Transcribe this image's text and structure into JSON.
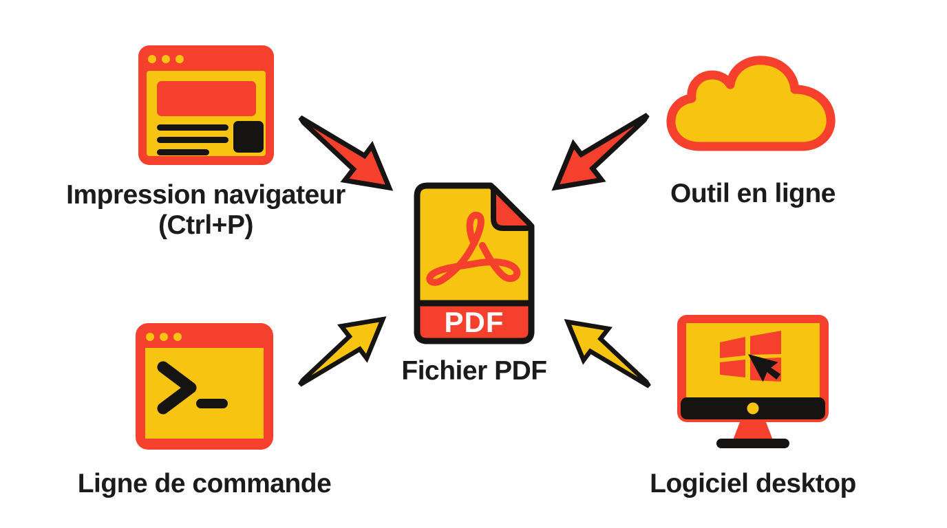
{
  "background": "#ffffff",
  "colors": {
    "background": "#ffffff",
    "red": "#f5402d",
    "yellow": "#f7c511",
    "ink": "#161412",
    "label": "#1b1b1b",
    "badge_text": "#ffffff"
  },
  "center": {
    "icon": "pdf-file-icon",
    "badge": "PDF",
    "label": "Fichier PDF"
  },
  "nodes": [
    {
      "id": "browser-print",
      "position": "top-left",
      "icon": "browser-window-icon",
      "label": "Impression navigateur (Ctrl+P)"
    },
    {
      "id": "online-tool",
      "position": "top-right",
      "icon": "cloud-icon",
      "label": "Outil en ligne"
    },
    {
      "id": "command-line",
      "position": "bottom-left",
      "icon": "terminal-icon",
      "label": "Ligne de commande"
    },
    {
      "id": "desktop-software",
      "position": "bottom-right",
      "icon": "desktop-monitor-icon",
      "label": "Logiciel desktop"
    }
  ],
  "arrows": [
    {
      "from": "browser-print",
      "to": "center",
      "direction": "down-right",
      "color": "#f5402d"
    },
    {
      "from": "online-tool",
      "to": "center",
      "direction": "down-left",
      "color": "#f5402d"
    },
    {
      "from": "command-line",
      "to": "center",
      "direction": "up-right",
      "color": "#f7c511"
    },
    {
      "from": "desktop-software",
      "to": "center",
      "direction": "up-left",
      "color": "#f7c511"
    }
  ]
}
